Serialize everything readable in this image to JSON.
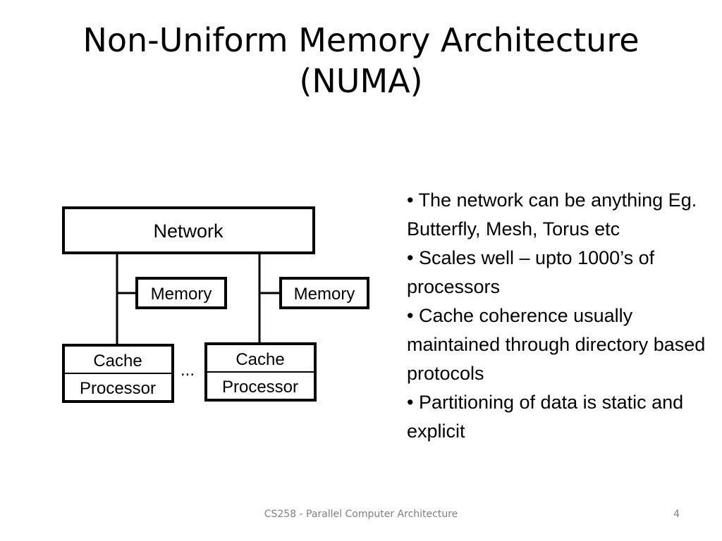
{
  "slide": {
    "title_line1": "Non-Uniform Memory Architecture",
    "title_line2": "(NUMA)"
  },
  "diagram": {
    "network_label": "Network",
    "memory_left_label": "Memory",
    "memory_right_label": "Memory",
    "node_left": {
      "cache_label": "Cache",
      "processor_label": "Processor"
    },
    "node_right": {
      "cache_label": "Cache",
      "processor_label": "Processor"
    },
    "ellipsis": "..."
  },
  "bullets": [
    "• The network can be anything Eg. Butterfly, Mesh, Torus etc",
    "• Scales well – upto 1000’s of processors",
    "• Cache coherence usually maintained through directory based protocols",
    "• Partitioning of data is static and explicit"
  ],
  "footer": {
    "course_text": "CS258 - Parallel Computer Architecture",
    "page_number": "4"
  }
}
